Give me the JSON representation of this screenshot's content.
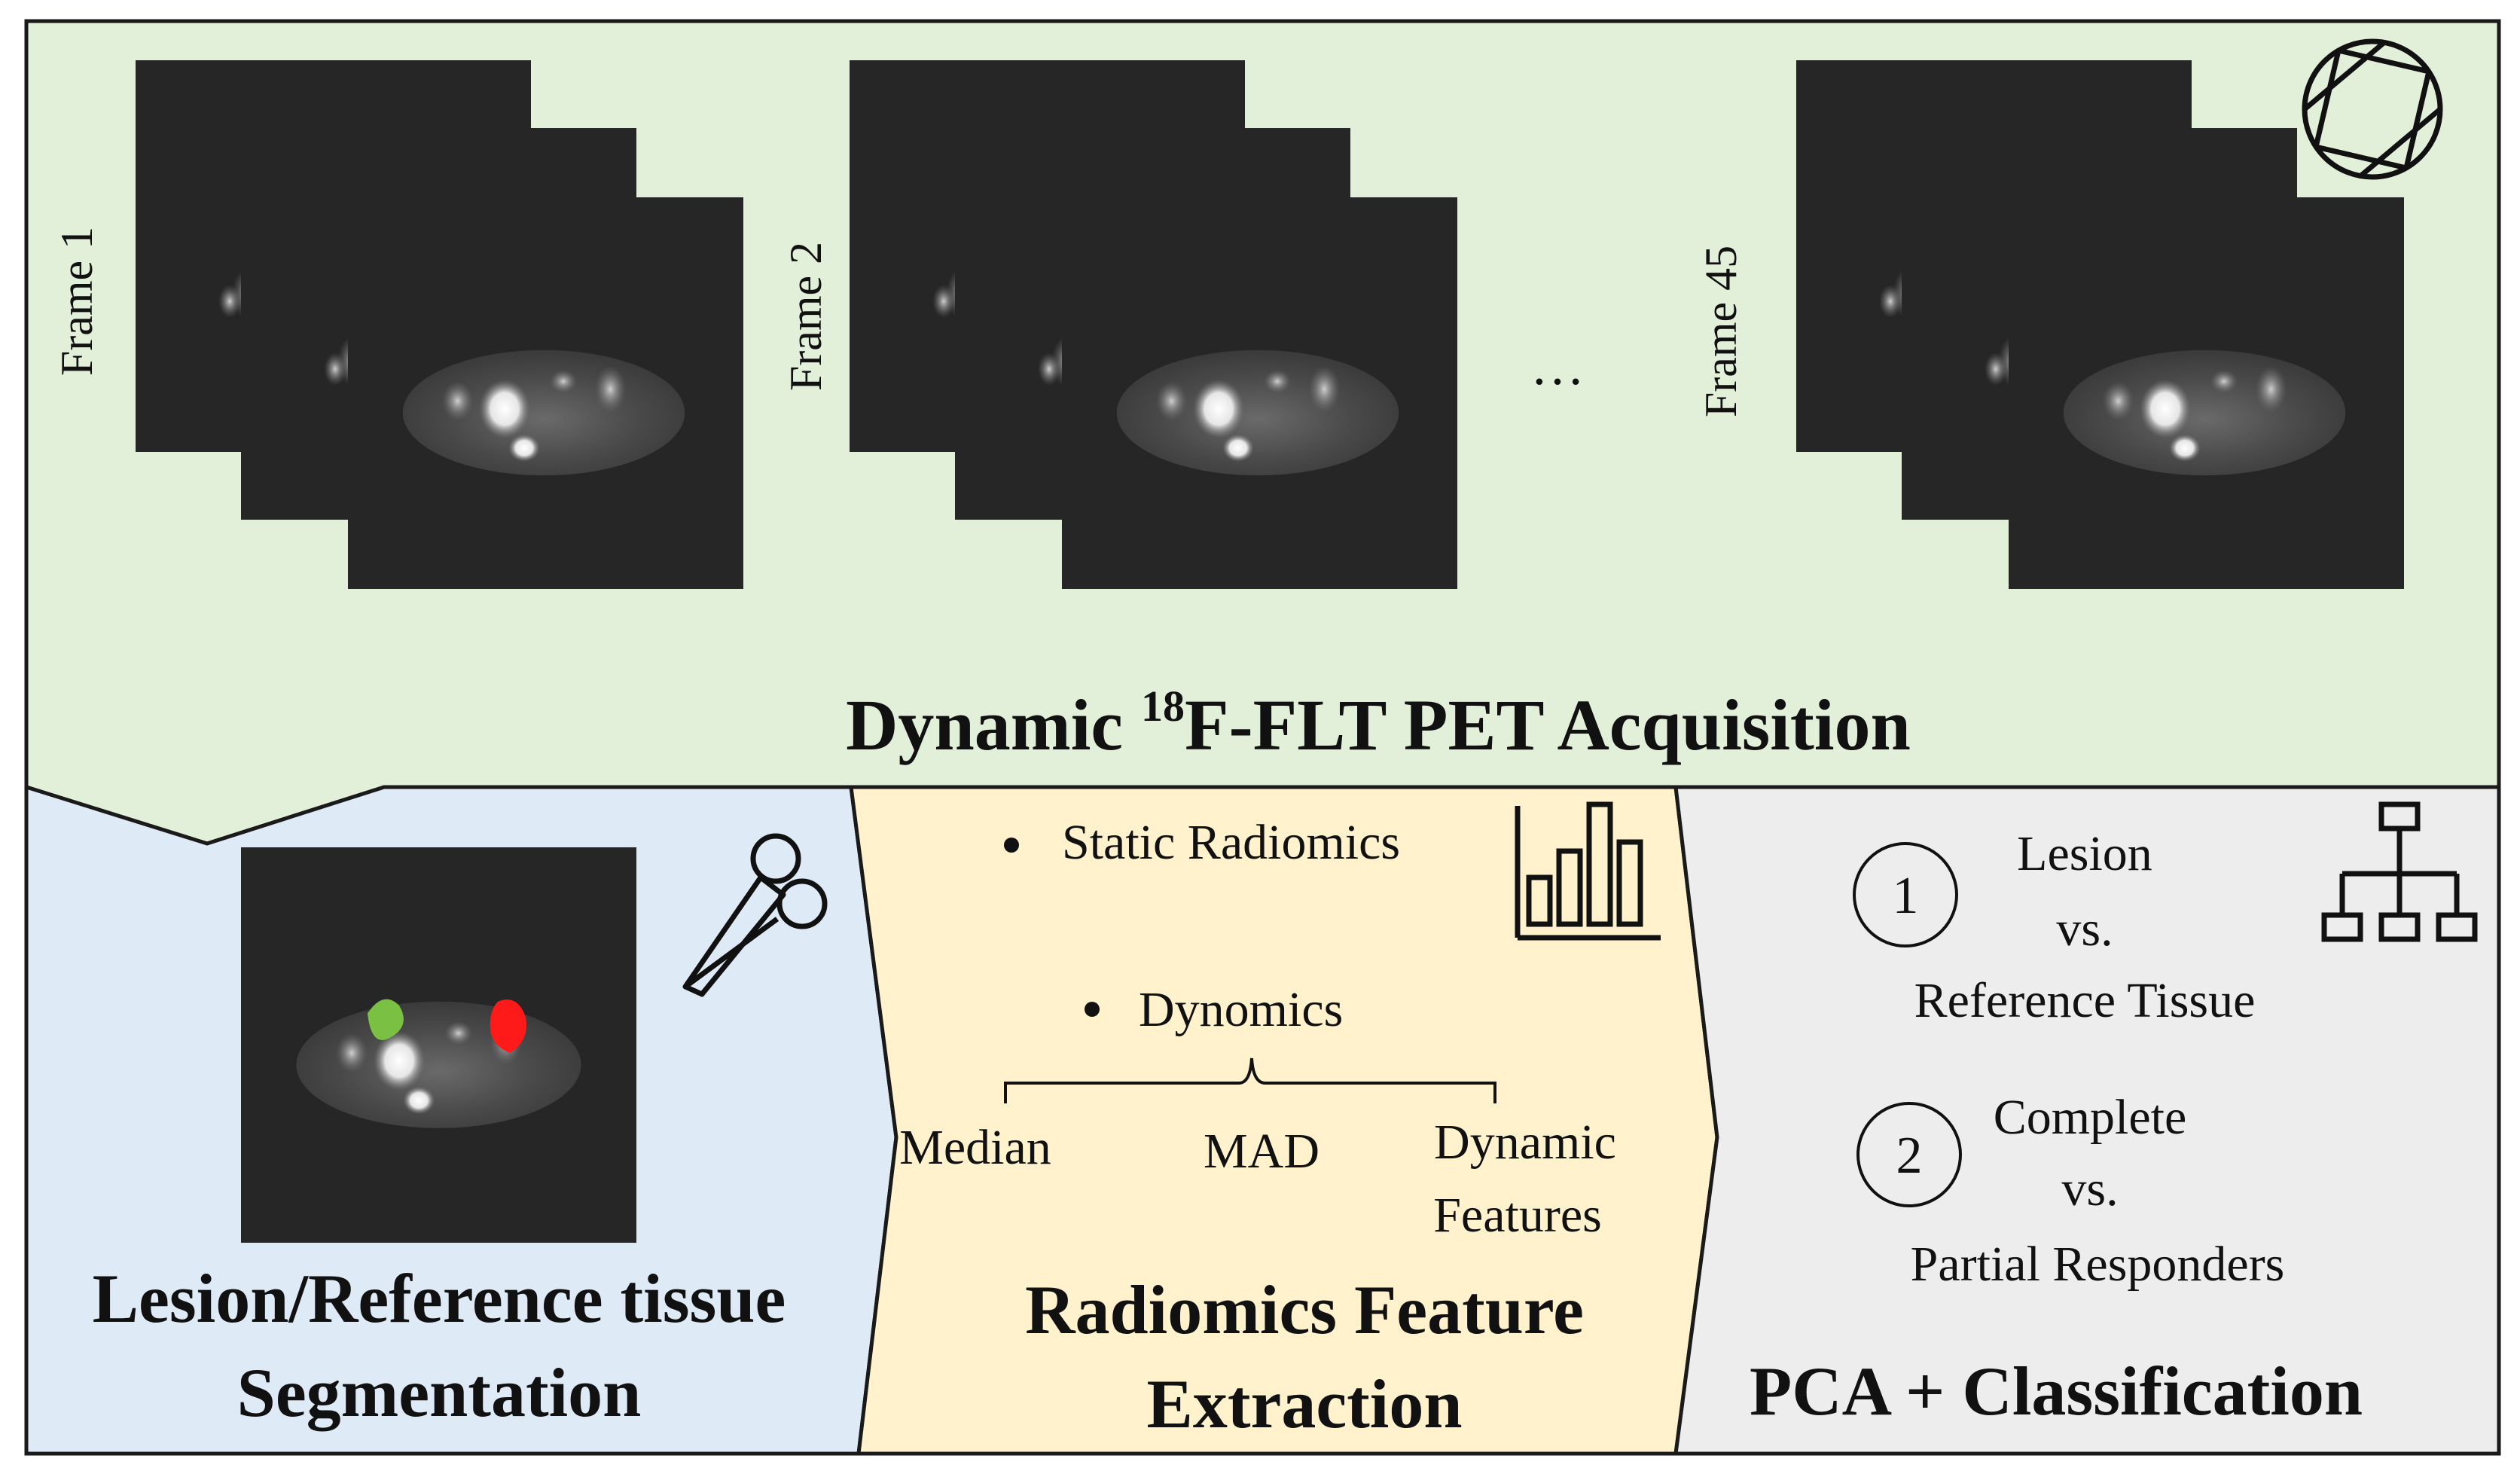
{
  "acquisition": {
    "title_prefix": "Dynamic ",
    "title_superscript": "18",
    "title_suffix": "F-FLT PET Acquisition",
    "frames": [
      {
        "label": "Frame 1"
      },
      {
        "label": "Frame 2"
      },
      {
        "label": "Frame 45"
      }
    ],
    "ellipsis": "…",
    "icon": "camera-aperture-icon"
  },
  "segmentation": {
    "title_line1": "Lesion/Reference tissue",
    "title_line2": "Segmentation",
    "icon": "scissors-icon",
    "colors": {
      "lesion": "#ff1a1a",
      "reference": "#7ac143"
    }
  },
  "extraction": {
    "title_line1": "Radiomics Feature",
    "title_line2": "Extraction",
    "bullets": [
      "Static Radiomics",
      "Dynomics"
    ],
    "sub_items": [
      {
        "line1": "Median",
        "line2": ""
      },
      {
        "line1": "MAD",
        "line2": ""
      },
      {
        "line1": "Dynamic",
        "line2": "Features"
      }
    ],
    "icon": "bar-chart-icon"
  },
  "classification": {
    "title": "PCA + Classification",
    "tasks": [
      {
        "number": "1",
        "line1": "Lesion",
        "line2": "vs.",
        "line3": "Reference Tissue"
      },
      {
        "number": "2",
        "line1": "Complete",
        "line2": "vs.",
        "line3": "Partial Responders"
      }
    ],
    "icon": "hierarchy-icon"
  },
  "colors": {
    "acquisition_bg": "#e2efd9",
    "segmentation_bg": "#deebf7",
    "extraction_bg": "#fff2cc",
    "classification_bg": "#ededed",
    "scan_bg": "#262626",
    "border": "#1a1a1a"
  }
}
